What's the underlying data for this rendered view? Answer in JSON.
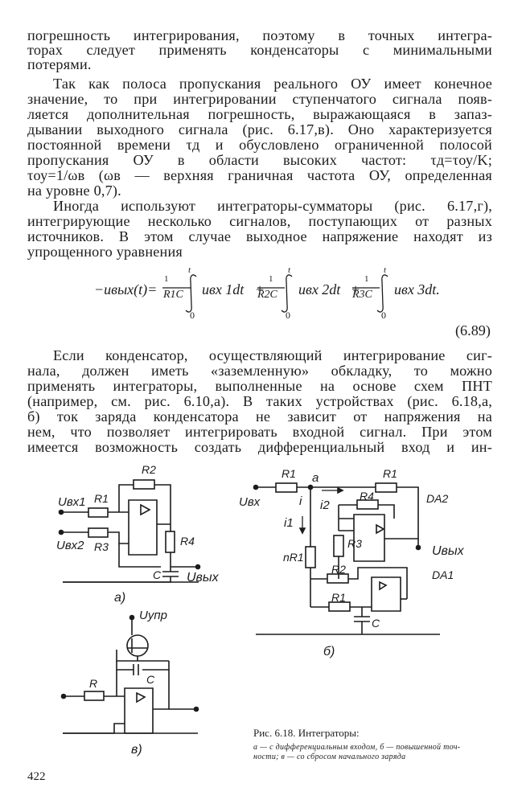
{
  "paragraph1": [
    "погрешность интегрирования, поэтому в точных интегра-",
    "торах следует применять конденсаторы с минимальными",
    "потерями."
  ],
  "paragraph2": [
    "Так как полоса пропускания реального ОУ имеет конечное",
    "значение, то при интегрировании ступенчатого сигнала появ-",
    "ляется дополнительная погрешность, выражающаяся в запаз-",
    "дывании выходного сигнала (рис. 6.17,в). Оно характеризуется",
    "постоянной времени τд и обусловлено ограниченной полосой",
    "пропускания ОУ в области высоких частот: τд=τоу/K;",
    "τоу=1/ωв (ωв — верхняя граничная частота ОУ, определенная",
    "на уровне 0,7)."
  ],
  "paragraph3": [
    "Иногда используют интеграторы-сумматоры (рис. 6.17,г),",
    "интегрирующие несколько сигналов, поступающих от разных",
    "источников. В этом случае выходное напряжение находят из",
    "упрощенного уравнения"
  ],
  "equation": {
    "lhs": "−uвых(t)=",
    "terms": [
      {
        "coef_num": "1",
        "coef_den": "R1C",
        "integrand": "uвх 1dt",
        "sign": "+"
      },
      {
        "coef_num": "1",
        "coef_den": "R2C",
        "integrand": "uвх 2dt",
        "sign": "+"
      },
      {
        "coef_num": "1",
        "coef_den": "R3C",
        "integrand": "uвх 3dt.",
        "sign": ""
      }
    ],
    "upper_limit": "t",
    "lower_limit": "0",
    "number": "(6.89)"
  },
  "paragraph4": [
    "Если конденсатор, осуществляющий интегрирование сиг-",
    "нала, должен иметь «заземленную» обкладку, то можно",
    "применять интеграторы, выполненные на основе схем ПНТ",
    "(например, см. рис. 6.10,а). В таких устройствах (рис. 6.18,а,",
    "б) ток заряда конденсатора не зависит от напряжения на",
    "нем, что позволяет интегрировать входной сигнал. При этом",
    "имеется возможность создать дифференциальный вход и ин-"
  ],
  "figure": {
    "a": {
      "label": "а)",
      "r2": "R2",
      "r1": "R1",
      "r3": "R3",
      "r4": "R4",
      "c": "C",
      "in1": "Uвх1",
      "in2": "Uвх2",
      "out": "Uвых"
    },
    "b": {
      "label": "б)",
      "r1": "R1",
      "r1b": "R1",
      "r2": "R2",
      "r3": "R3",
      "r4": "R4",
      "nr1": "nR1",
      "c": "C",
      "in": "Uвх",
      "node": "a",
      "i": "i",
      "i1": "i1",
      "i2": "i2",
      "da1": "DA1",
      "da2": "DA2",
      "out": "Uвых"
    },
    "c": {
      "label": "в)",
      "r": "R",
      "c": "C",
      "ctrl": "Uупр"
    }
  },
  "caption": {
    "title": "Рис. 6.18. Интеграторы:",
    "line1": "а — с дифференциальным входом, б — повышенной точ-",
    "line2": "ности; в — со сбросом начального заряда"
  },
  "page_number": "422"
}
